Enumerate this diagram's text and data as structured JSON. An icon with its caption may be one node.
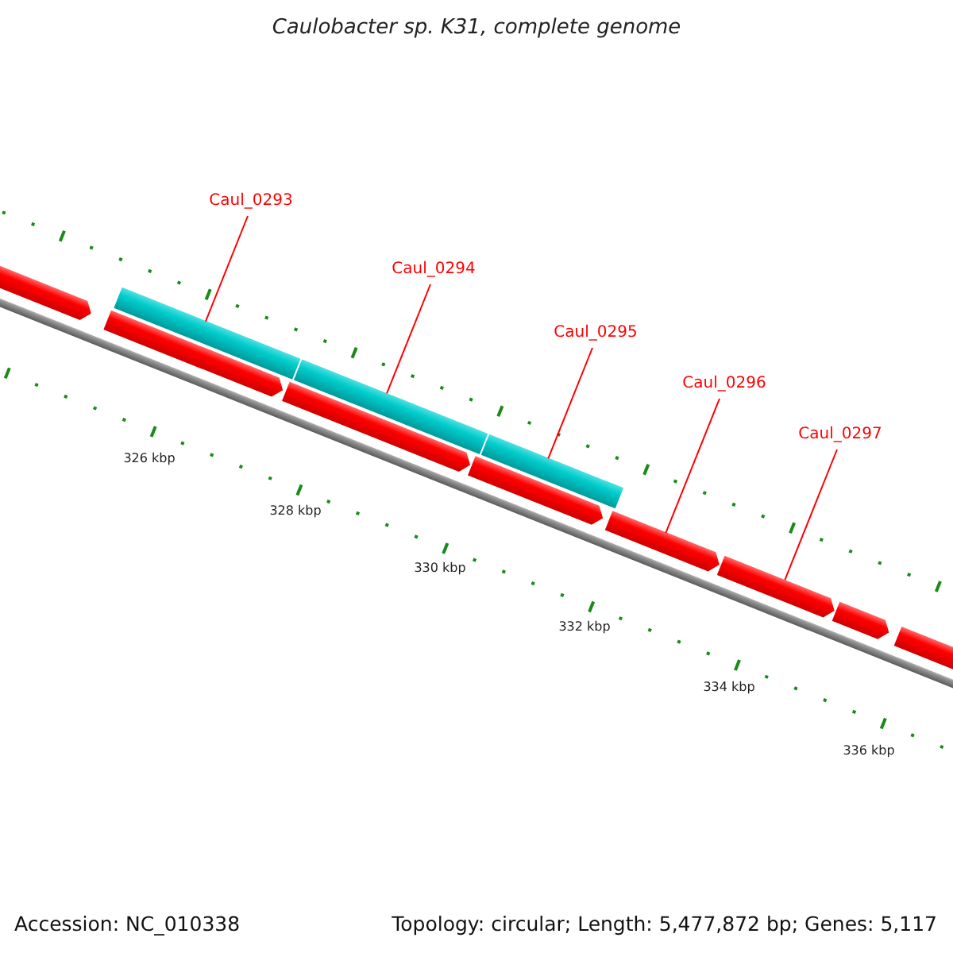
{
  "diagram": {
    "title": "Caulobacter sp. K31, complete genome",
    "nodes": [
      {
        "text": [
          "Caul_0293"
        ]
      },
      {
        "text": [
          "Caul_0294"
        ]
      },
      {
        "text": [
          "Caul_0295"
        ]
      },
      {
        "text": [
          "Caul_0296"
        ]
      },
      {
        "text": [
          "Caul_0297"
        ]
      },
      {
        "text": [],
        "shape": "bar"
      },
      {
        "text": [],
        "shape": "bar"
      },
      {
        "text": [],
        "shape": "bar"
      },
      {
        "text": [],
        "shape": "bar"
      },
      {
        "text": [],
        "shape": "bar"
      },
      {
        "text": [],
        "shape": "bar"
      },
      {
        "text": [],
        "shape": "bar"
      },
      {
        "text": [],
        "shape": "bar"
      },
      {
        "text": [],
        "shape": "bar"
      },
      {
        "text": [],
        "shape": "bar"
      },
      {
        "text": [],
        "shape": "bar"
      }
    ],
    "edges": [
      {
        "from": 0,
        "to": 7,
        "arrow": "none"
      },
      {
        "from": 1,
        "to": 9,
        "arrow": "none"
      },
      {
        "from": 2,
        "to": 11,
        "arrow": "none"
      },
      {
        "from": 3,
        "to": 12,
        "arrow": "none"
      },
      {
        "from": 4,
        "to": 13,
        "arrow": "none"
      }
    ],
    "labels": [
      "326 kbp",
      "328 kbp",
      "330 kbp",
      "332 kbp",
      "334 kbp",
      "336 kbp",
      "Accession: NC_010338",
      "Topology: circular; Length: 5,477,872 bp; Genes: 5,117"
    ]
  }
}
